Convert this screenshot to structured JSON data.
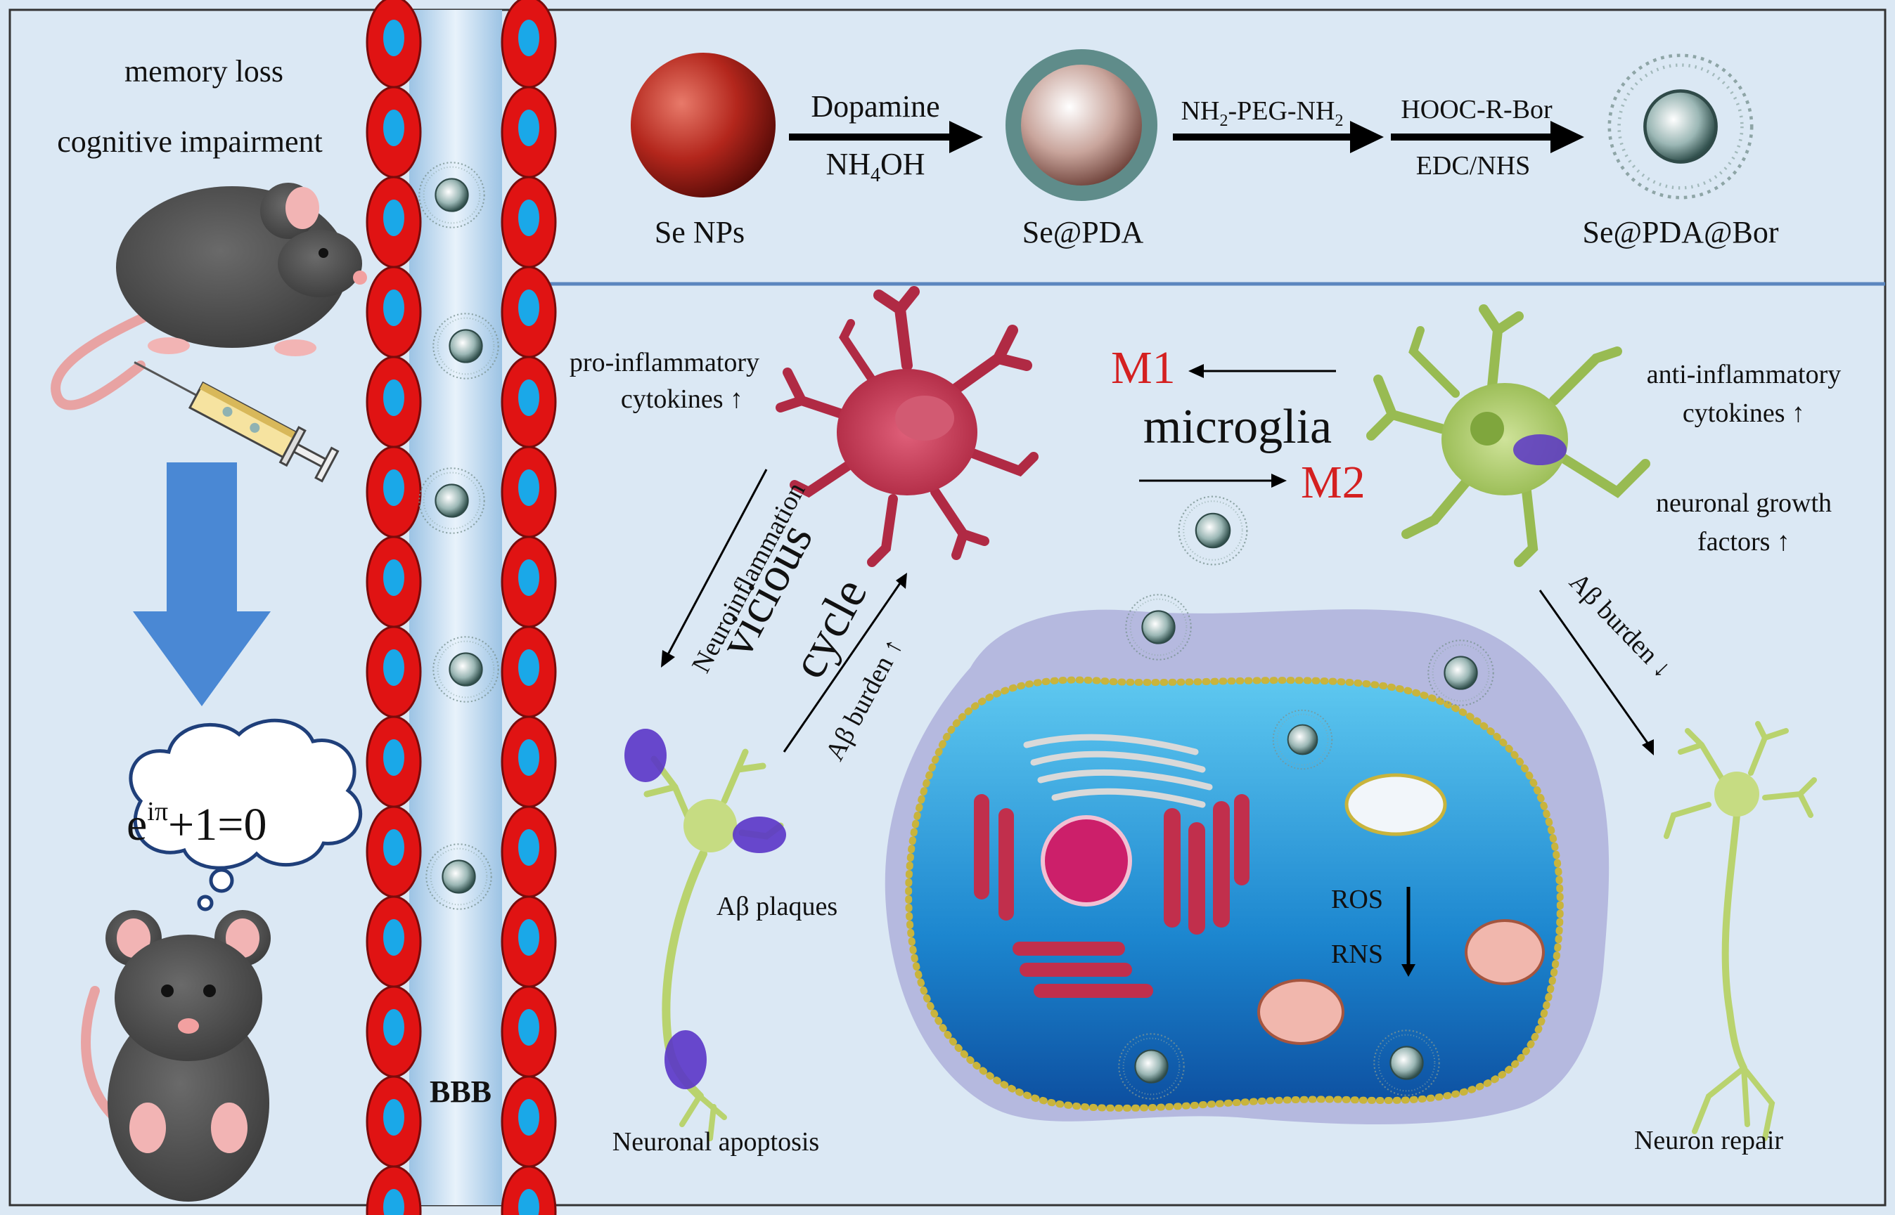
{
  "colors": {
    "background": "#dbe8f4",
    "bbb_red": "#e01313",
    "bbb_blue": "#1aa8e8",
    "arrow_blue": "#4a88d4",
    "m1_red": "#d42020",
    "microglia_m1": "#c4344d",
    "microglia_m2": "#aacb62",
    "neuron": "#b9d36e",
    "plaque": "#5a35c8"
  },
  "symptoms": {
    "line1": "memory loss",
    "line2": "cognitive impairment"
  },
  "thought": "e^iπ+1=0",
  "thought_base": "e",
  "thought_sup": "iπ",
  "thought_rest": "+1=0",
  "bbb_label": "BBB",
  "synthesis": {
    "se_nps": "Se NPs",
    "arrow1_top": "Dopamine",
    "arrow1_bottom_main": "NH",
    "arrow1_bottom_sub": "4",
    "arrow1_bottom_tail": "OH",
    "se_pda": "Se@PDA",
    "arrow2_a": "NH",
    "arrow2_sub1": "2",
    "arrow2_b": "-PEG-NH",
    "arrow2_sub2": "2",
    "arrow3_top": "HOOC-R-Bor",
    "arrow3_bottom": "EDC/NHS",
    "se_pda_bor": "Se@PDA@Bor"
  },
  "microglia": {
    "pro_line1": "pro-inflammatory",
    "pro_line2": "cytokines ↑",
    "m1": "M1",
    "title": "microglia",
    "m2": "M2",
    "anti_line1": "anti-inflammatory",
    "anti_line2": "cytokines ↑",
    "growth_line1": "neuronal growth",
    "growth_line2": "factors ↑"
  },
  "cycle": {
    "neuroinflammation": "Neuroinflammation",
    "vicious": "vicious",
    "cycle": "cycle",
    "ab_burden_up": "Aβ burden ↑",
    "ab_burden_down": "Aβ burden ↓"
  },
  "neurons": {
    "plaques": "Aβ plaques",
    "apoptosis": "Neuronal apoptosis",
    "repair": "Neuron repair"
  },
  "cell": {
    "ros": "ROS",
    "rns": "RNS"
  }
}
